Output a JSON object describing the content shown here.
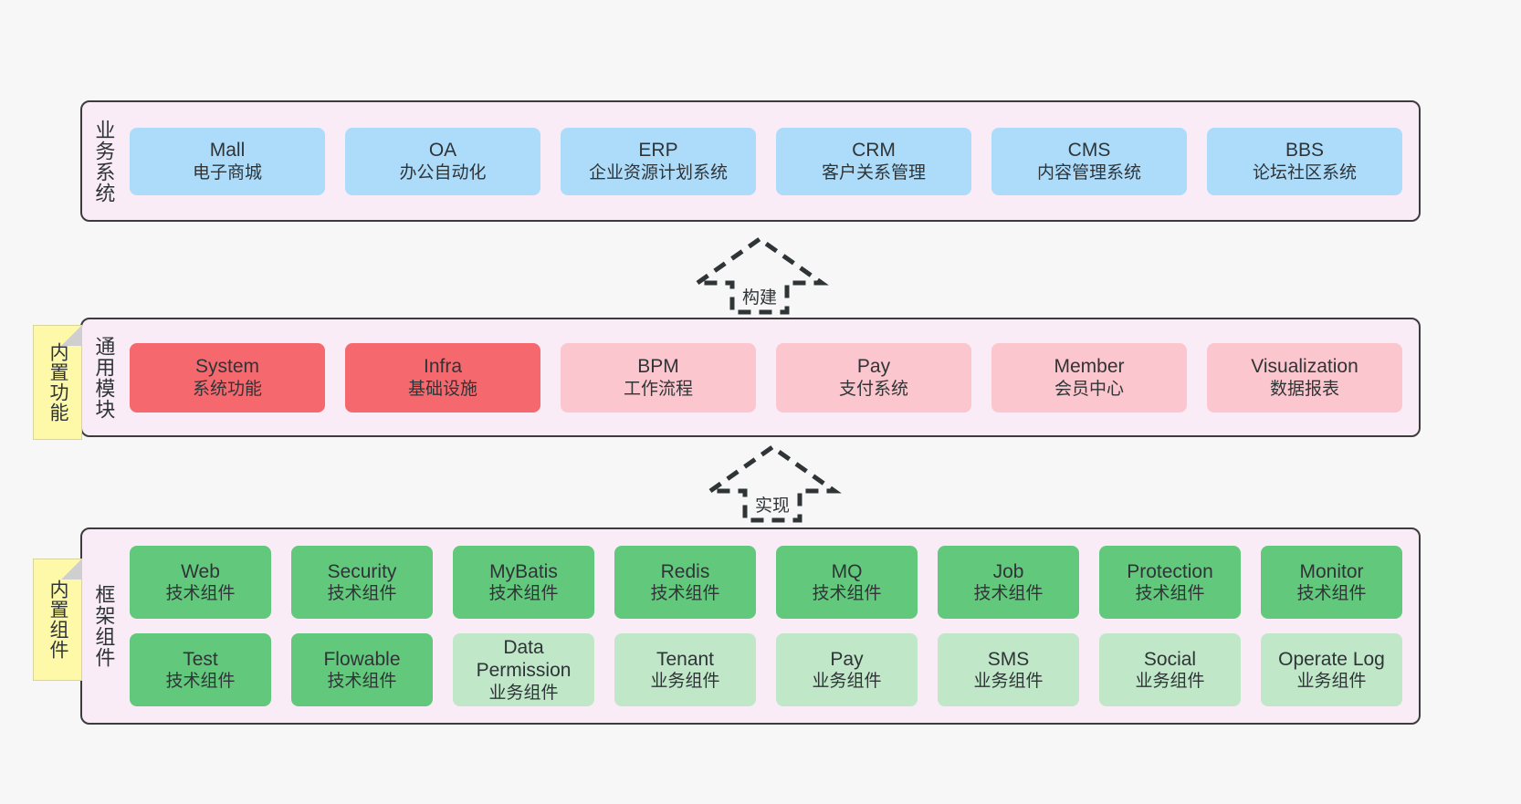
{
  "diagram": {
    "title": "Architecture layer diagram",
    "colors": {
      "panel_bg": "#f9ecf6",
      "panel_border": "#3c3c3c",
      "business_card": "#addcfb",
      "module_strong": "#f5696e",
      "module_soft": "#fbc6cd",
      "tech_component": "#62c97c",
      "business_component": "#bfe7c8",
      "note_bg": "#fdf9a8",
      "canvas_bg": "#f7f7f7"
    }
  },
  "notes": [
    {
      "id": "functions",
      "text": "内置功能"
    },
    {
      "id": "components",
      "text": "内置组件"
    }
  ],
  "arrows": [
    {
      "id": "build",
      "label": "构建"
    },
    {
      "id": "implement",
      "label": "实现"
    }
  ],
  "layers": [
    {
      "id": "business",
      "label": "业务系统",
      "rows": [
        [
          {
            "t1": "Mall",
            "t2": "电子商城"
          },
          {
            "t1": "OA",
            "t2": "办公自动化"
          },
          {
            "t1": "ERP",
            "t2": "企业资源计划系统"
          },
          {
            "t1": "CRM",
            "t2": "客户关系管理"
          },
          {
            "t1": "CMS",
            "t2": "内容管理系统"
          },
          {
            "t1": "BBS",
            "t2": "论坛社区系统"
          }
        ]
      ]
    },
    {
      "id": "modules",
      "label": "通用模块",
      "rows": [
        [
          {
            "t1": "System",
            "t2": "系统功能"
          },
          {
            "t1": "Infra",
            "t2": "基础设施"
          },
          {
            "t1": "BPM",
            "t2": "工作流程"
          },
          {
            "t1": "Pay",
            "t2": "支付系统"
          },
          {
            "t1": "Member",
            "t2": "会员中心"
          },
          {
            "t1": "Visualization",
            "t2": "数据报表"
          }
        ]
      ]
    },
    {
      "id": "framework",
      "label": "框架组件",
      "rows": [
        [
          {
            "t1": "Web",
            "t2": "技术组件"
          },
          {
            "t1": "Security",
            "t2": "技术组件"
          },
          {
            "t1": "MyBatis",
            "t2": "技术组件"
          },
          {
            "t1": "Redis",
            "t2": "技术组件"
          },
          {
            "t1": "MQ",
            "t2": "技术组件"
          },
          {
            "t1": "Job",
            "t2": "技术组件"
          },
          {
            "t1": "Protection",
            "t2": "技术组件"
          },
          {
            "t1": "Monitor",
            "t2": "技术组件"
          }
        ],
        [
          {
            "t1": "Test",
            "t2": "技术组件"
          },
          {
            "t1": "Flowable",
            "t2": "技术组件"
          },
          {
            "t1": "Data Permission",
            "t2": "业务组件"
          },
          {
            "t1": "Tenant",
            "t2": "业务组件"
          },
          {
            "t1": "Pay",
            "t2": "业务组件"
          },
          {
            "t1": "SMS",
            "t2": "业务组件"
          },
          {
            "t1": "Social",
            "t2": "业务组件"
          },
          {
            "t1": "Operate Log",
            "t2": "业务组件"
          }
        ]
      ]
    }
  ]
}
